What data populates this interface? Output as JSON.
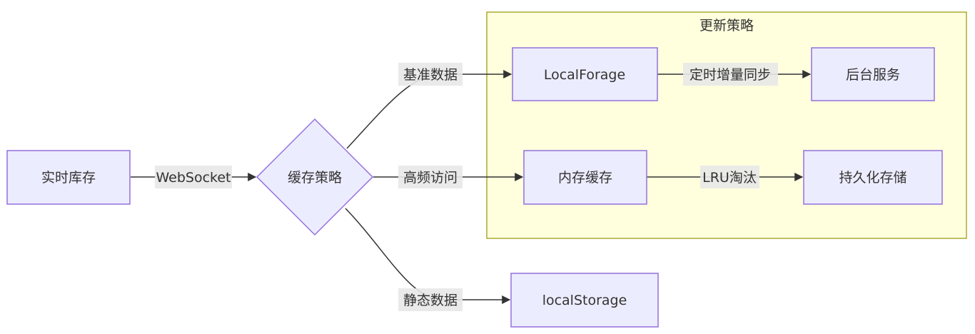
{
  "diagram": {
    "type": "flowchart",
    "direction": "LR",
    "colors": {
      "node_fill": "#ECECFF",
      "node_stroke": "#9370DB",
      "cluster_fill": "#FFFFDE",
      "cluster_stroke": "#AAAA33",
      "edge": "#333333",
      "edge_label_bg": "#E8E8E8",
      "text": "#333333"
    },
    "cluster": {
      "title": "更新策略"
    },
    "nodes": {
      "inventory": "实时库存",
      "strategy": "缓存策略",
      "localforage": "LocalForage",
      "backend": "后台服务",
      "memcache": "内存缓存",
      "persist": "持久化存储",
      "localstorage": "localStorage"
    },
    "edges": [
      {
        "from": "实时库存",
        "to": "缓存策略",
        "label": "WebSocket"
      },
      {
        "from": "缓存策略",
        "to": "LocalForage",
        "label": "基准数据"
      },
      {
        "from": "缓存策略",
        "to": "内存缓存",
        "label": "高频访问"
      },
      {
        "from": "缓存策略",
        "to": "localStorage",
        "label": "静态数据"
      },
      {
        "from": "LocalForage",
        "to": "后台服务",
        "label": "定时增量同步"
      },
      {
        "from": "内存缓存",
        "to": "持久化存储",
        "label": "LRU淘汰"
      }
    ]
  }
}
